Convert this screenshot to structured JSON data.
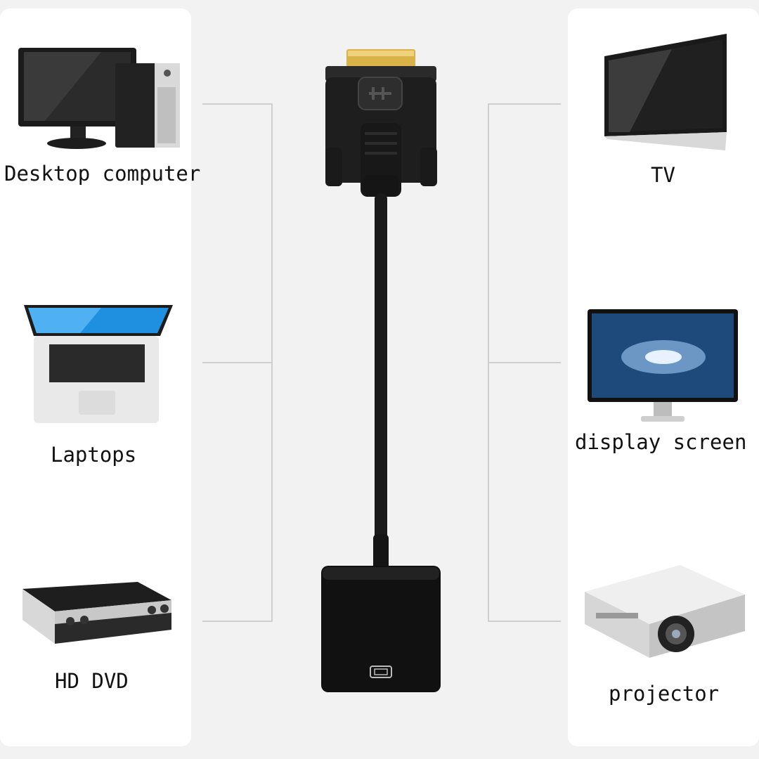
{
  "devices_left": [
    {
      "name": "desktop",
      "label": "Desktop computer"
    },
    {
      "name": "laptop",
      "label": "Laptops"
    },
    {
      "name": "dvd",
      "label": "HD DVD"
    }
  ],
  "devices_right": [
    {
      "name": "tv",
      "label": "TV"
    },
    {
      "name": "display",
      "label": "display screen"
    },
    {
      "name": "projector",
      "label": "projector"
    }
  ],
  "colors": {
    "background": "#f2f2f2",
    "panel": "#ffffff",
    "connector_body": "#1e1e1e",
    "gold_pins": "#d9b24a",
    "screen_blue": "#1f8fe0"
  },
  "icons": [
    "dvi-connector-icon",
    "vga-port-icon",
    "desktop-computer-icon",
    "laptop-icon",
    "dvd-player-icon",
    "tv-icon",
    "monitor-icon",
    "projector-icon"
  ]
}
